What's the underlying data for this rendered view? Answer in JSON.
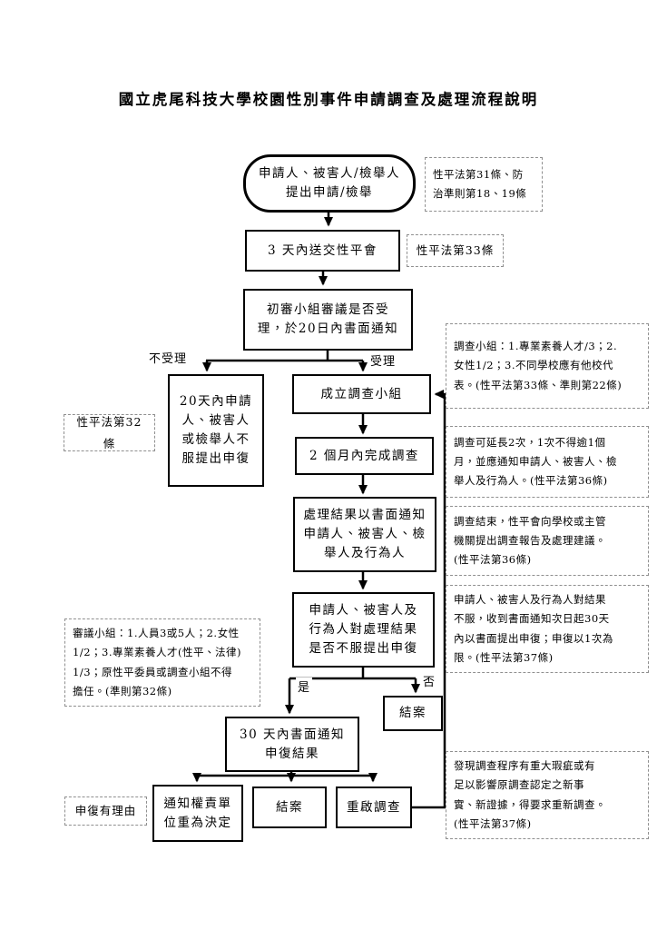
{
  "title": "國立虎尾科技大學校園性別事件申請調查及處理流程說明",
  "colors": {
    "ink": "#000000",
    "note_border": "#8f8f8f",
    "background": "#ffffff"
  },
  "flow": {
    "start": "申請人、被害人/檢舉人\n提出申請/檢舉",
    "submit3days": "3 天內送交性平會",
    "initial_review": "初審小組審議是否受\n理，於20日內書面通知",
    "appeal20days": "20天內申請\n人、被害人\n或檢舉人不\n服提出申復",
    "establish_team": "成立調查小組",
    "complete2months": "2 個月內完成調查",
    "notify_result": "處理結果以書面通知\n申請人、被害人、檢\n舉人及行為人",
    "appeal_decision": "申請人、被害人及\n行為人對處理結果\n是否不服提出申復",
    "notify30days": "30 天內書面通知\n申復結果",
    "close_no": "結案",
    "notify_authority": "通知權責單\n位重為決定",
    "close_final": "結案",
    "restart": "重啟調查"
  },
  "labels": {
    "reject": "不受理",
    "accept": "受理",
    "yes": "是",
    "no": "否"
  },
  "notes": {
    "law31": "性平法第31條、防\n治準則第18、19條",
    "law33": "性平法第33條",
    "law32": "性平法第32條",
    "team_rule": "調查小組：1.專業素養人才/3；2.\n女性1/2；3.不同學校應有他校代\n表。(性平法第33條、準則第22條)",
    "extend_rule": "調查可延長2次，1次不得逾1個\n月，並應通知申請人、被害人、檢\n舉人及行為人。(性平法第36條)",
    "report_rule": "調查結束，性平會向學校或主管\n機關提出調查報告及處理建議。\n(性平法第36條)",
    "appeal_rule": "申請人、被害人及行為人對結果\n不服，收到書面通知次日起30天\n內以書面提出申復；申復以1次為\n限。(性平法第37條)",
    "review_team": "審議小組：1.人員3或5人；2.女性\n1/2；3.專業素養人才(性平、法律)\n1/3；原性平委員或調查小組不得\n擔任。(準則第32條)",
    "appeal_valid": "申復有理由",
    "restart_rule": "發現調查程序有重大瑕疵或有\n足以影響原調查認定之新事\n實、新證據，得要求重新調查。\n(性平法第37條)"
  }
}
